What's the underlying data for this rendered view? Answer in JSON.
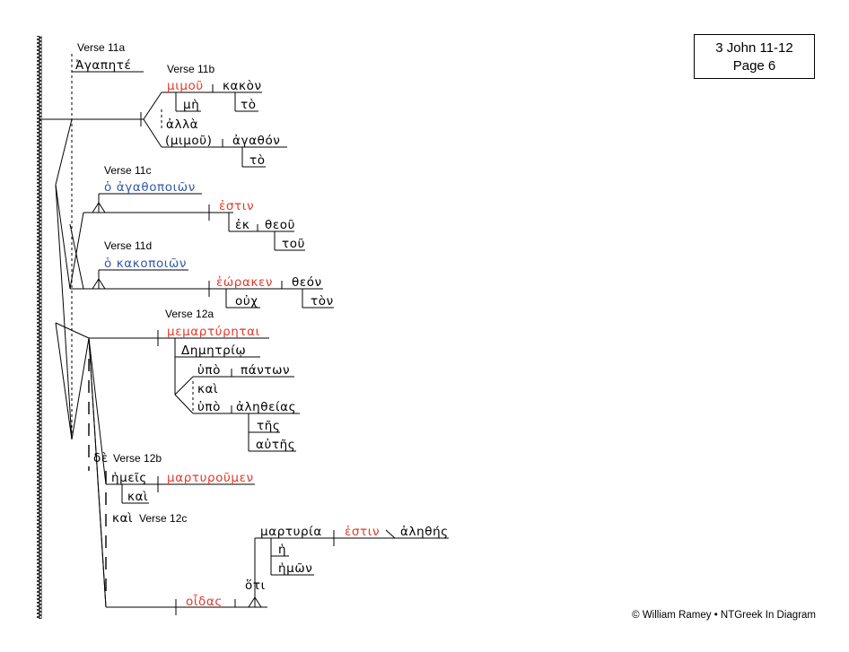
{
  "title_box": {
    "line1": "3 John 11-12",
    "line2": "Page 6"
  },
  "credit": "© William Ramey • NTGreek In Diagram",
  "verse_labels": {
    "v11a": "Verse 11a",
    "v11b": "Verse 11b",
    "v11c": "Verse 11c",
    "v11d": "Verse 11d",
    "v12a": "Verse 12a",
    "v12b": "Verse 12b",
    "v12c": "Verse 12c"
  },
  "words": {
    "agapete": "Ἀγαπητέ",
    "mimou": "μιμοῦ",
    "kakon": "κακὸν",
    "me": "μὴ",
    "to1": "τὸ",
    "alla": "ἀλλὰ",
    "mimou2": "(μιμοῦ)",
    "agathon": "ἀγαθόν",
    "to2": "τὸ",
    "ho_agathopoion": "ὁ ἀγαθοποιῶν",
    "estin1": "ἐστιν",
    "ek": "ἐκ",
    "theou": "θεοῦ",
    "tou": "τοῦ",
    "ho_kakopoion": "ὁ κακοποιῶν",
    "heoraken": "ἑώρακεν",
    "theon": "θεόν",
    "ouch": "οὐχ",
    "ton": "τὸν",
    "memartyretai": "μεμαρτύρηται",
    "demetrio": "Δημητρίῳ",
    "hypo1": "ὑπὸ",
    "panton": "πάντων",
    "kai1": "καὶ",
    "hypo2": "ὑπὸ",
    "aletheias": "ἀληθείας",
    "tes": "τῆς",
    "autes": "αὐτῆς",
    "de": "δὲ",
    "hemeis": "ἡμεῖς",
    "martyroumen": "μαρτυροῦμεν",
    "kai2": "καὶ",
    "kai3": "καὶ",
    "martyria": "μαρτυρία",
    "estin2": "ἐστιν",
    "alethes": "ἀληθής",
    "he": "ἡ",
    "hemon": "ἡμῶν",
    "hoti": "ὅτι",
    "oidas": "οἶδας"
  }
}
